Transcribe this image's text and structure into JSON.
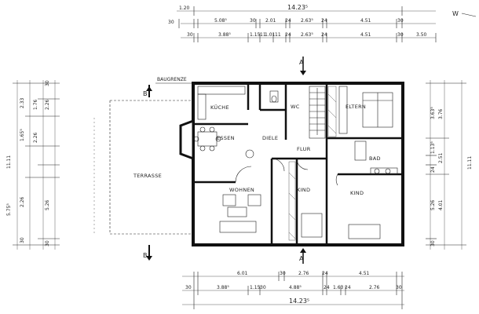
{
  "plan": {
    "rooms": {
      "kueche": "KÜCHE",
      "essen": "ESSEN",
      "diele": "DIELE",
      "wc": "WC",
      "flur": "FLUR",
      "eltern": "ELTERN",
      "bad": "BAD",
      "wohnen": "WOHNEN",
      "kind1": "KIND",
      "kind2": "KIND",
      "terrasse": "TERRASSE"
    },
    "labels": {
      "baugrenze": "BAUGRENZE",
      "section_a_top": "A",
      "section_a_bottom": "A",
      "section_b_top": "B",
      "section_b_bottom": "B",
      "corner": "W"
    },
    "dims_top": {
      "overall": "14.23⁵",
      "row2": [
        "1.20",
        "30",
        "5.08⁵",
        "30",
        "2.01",
        "24",
        "2.63⁵",
        "24",
        "4.51",
        "30"
      ],
      "row3": [
        "30",
        "3.88⁵",
        "1.15",
        "11",
        "1.01",
        "11",
        "24",
        "2.63⁵",
        "24",
        "4.51",
        "30",
        "3.50"
      ]
    },
    "dims_bottom": {
      "row1": [
        "6.01",
        "30",
        "2.76",
        "24",
        "4.51"
      ],
      "row2": [
        "30",
        "3.88⁵",
        "1.15",
        "30",
        "4.88⁵",
        "24",
        "1.63",
        "24",
        "2.76",
        "30"
      ],
      "overall": "14.23⁵"
    },
    "dims_left": {
      "outer": [
        "11.11",
        "5.75⁵"
      ],
      "mid": [
        "2.33",
        "1.65⁵",
        "2.26",
        "30"
      ],
      "inner": [
        "30",
        "2.26",
        "1.76",
        "2.26",
        "5.26",
        "30"
      ]
    },
    "dims_right": {
      "outer": [
        "11.11"
      ],
      "mid": [
        "3.76",
        "2.51",
        "4.01"
      ],
      "inner": [
        "3.63⁵",
        "1.13⁵",
        "5.26",
        "24",
        "30"
      ]
    }
  }
}
